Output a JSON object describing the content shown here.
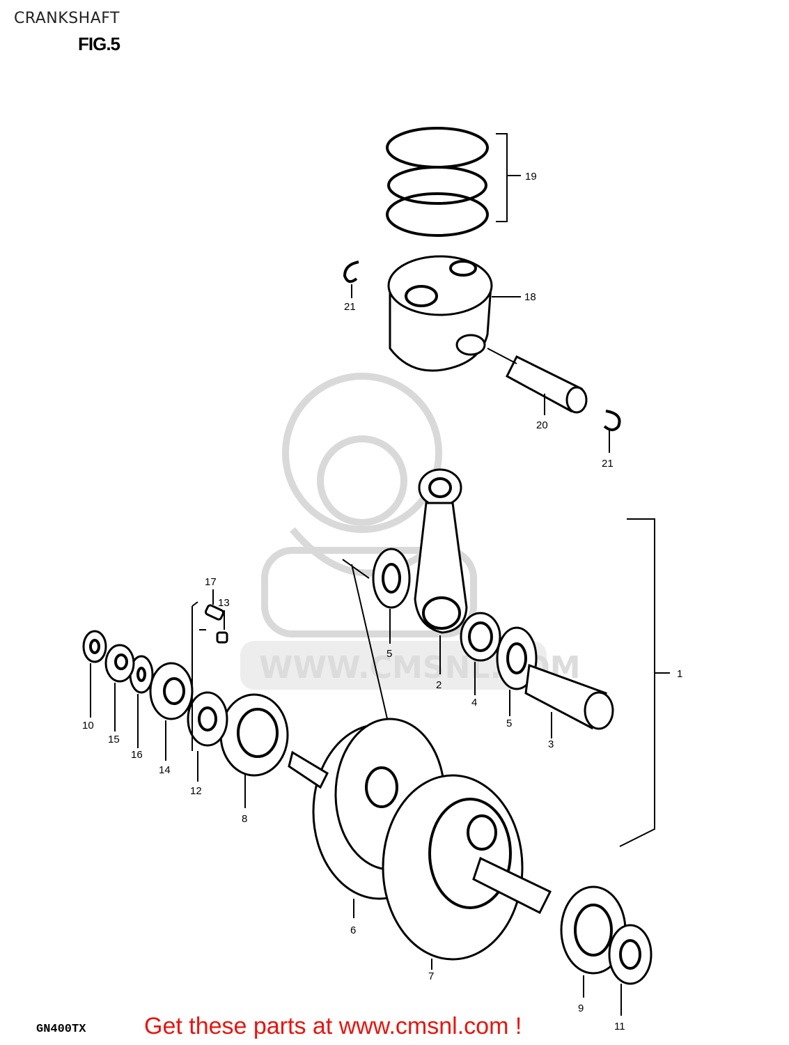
{
  "header": {
    "title": "CRANKSHAFT",
    "figure": "FIG.5"
  },
  "footer": {
    "model": "GN400TX",
    "cta": "Get these parts at www.cmsnl.com !"
  },
  "watermark": {
    "text": "WWW.CMSNL.COM"
  },
  "callouts": [
    {
      "id": "c19",
      "label": "19"
    },
    {
      "id": "c18",
      "label": "18"
    },
    {
      "id": "c21a",
      "label": "21"
    },
    {
      "id": "c20",
      "label": "20"
    },
    {
      "id": "c21b",
      "label": "21"
    },
    {
      "id": "c1",
      "label": "1"
    },
    {
      "id": "c17",
      "label": "17"
    },
    {
      "id": "c13",
      "label": "13"
    },
    {
      "id": "c5a",
      "label": "5"
    },
    {
      "id": "c2",
      "label": "2"
    },
    {
      "id": "c4",
      "label": "4"
    },
    {
      "id": "c5b",
      "label": "5"
    },
    {
      "id": "c3",
      "label": "3"
    },
    {
      "id": "c10",
      "label": "10"
    },
    {
      "id": "c15",
      "label": "15"
    },
    {
      "id": "c16",
      "label": "16"
    },
    {
      "id": "c14",
      "label": "14"
    },
    {
      "id": "c12",
      "label": "12"
    },
    {
      "id": "c8",
      "label": "8"
    },
    {
      "id": "c6",
      "label": "6"
    },
    {
      "id": "c7",
      "label": "7"
    },
    {
      "id": "c9",
      "label": "9"
    },
    {
      "id": "c11",
      "label": "11"
    }
  ],
  "colors": {
    "cta": "#e8140c",
    "watermark": "#d9d9d9"
  }
}
